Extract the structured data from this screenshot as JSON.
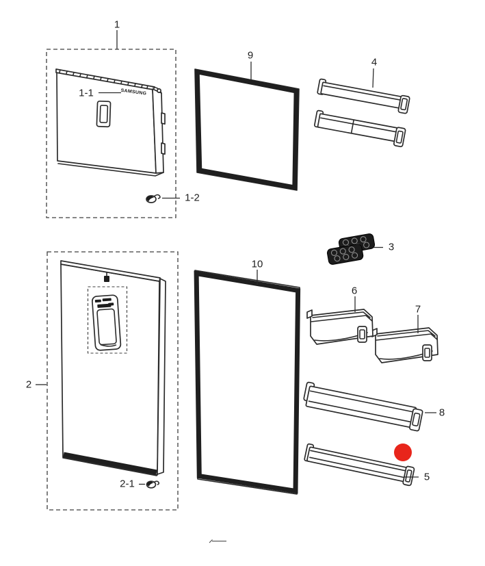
{
  "colors": {
    "line": "#2b2b2b",
    "marker": "#e8251b",
    "background": "#ffffff"
  },
  "logo_text": "SAMSUNG",
  "callouts": [
    {
      "id": "1",
      "label": "1"
    },
    {
      "id": "1-1",
      "label": "1-1"
    },
    {
      "id": "1-2",
      "label": "1-2"
    },
    {
      "id": "9",
      "label": "9"
    },
    {
      "id": "4",
      "label": "4"
    },
    {
      "id": "3",
      "label": "3"
    },
    {
      "id": "2",
      "label": "2"
    },
    {
      "id": "2-1",
      "label": "2-1"
    },
    {
      "id": "10",
      "label": "10"
    },
    {
      "id": "6",
      "label": "6"
    },
    {
      "id": "7",
      "label": "7"
    },
    {
      "id": "8",
      "label": "8"
    },
    {
      "id": "5",
      "label": "5"
    }
  ]
}
